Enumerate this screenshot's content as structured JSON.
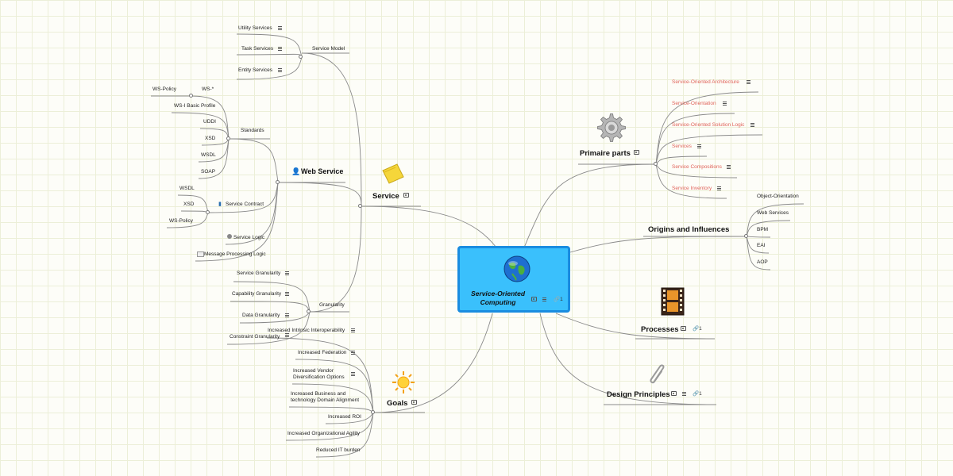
{
  "center": {
    "title": "Service-Oriented Computing",
    "link_count": "1"
  },
  "service": {
    "label": "Service",
    "service_model": {
      "label": "Service Model",
      "items": [
        "Utility Services",
        "Task Services",
        "Entity Services"
      ]
    },
    "web_service": {
      "label": "Web Service",
      "standards": {
        "label": "Standards",
        "items": [
          "WS-*",
          "WS-I Basic Profile",
          "UDDI",
          "XSD",
          "WSDL",
          "SOAP"
        ],
        "ws_child": "WS-Policy"
      },
      "service_contract": {
        "label": "Service Contract",
        "items": [
          "WSDL",
          "XSD",
          "WS-Policy"
        ]
      },
      "service_logic": "Service Logic",
      "message_logic": "Message Processing Logic"
    },
    "granularity": {
      "label": "Granularity",
      "items": [
        "Service Granularity",
        "Capability Granularity",
        "Data Granularity",
        "Constraint Granularity"
      ]
    }
  },
  "goals": {
    "label": "Goals",
    "items": [
      "Increased Intrinsic Interoperability",
      "Increased Federation",
      "Increased Vendor Diversification Options",
      "Increased Business and technology Domain Alignment",
      "Increased ROI",
      "Increased Organizational Agility",
      "Reduced IT burden"
    ]
  },
  "primaire": {
    "label": "Primaire parts",
    "items": [
      "Service-Oriented Architecture",
      "Service-Orientation",
      "Service-Oriented Solution Logic",
      "Services",
      "Service Compositions",
      "Service Inventory"
    ]
  },
  "origins": {
    "label": "Origins and Influences",
    "items": [
      "Object-Orientation",
      "Web Services",
      "BPM",
      "EAI",
      "AOP"
    ]
  },
  "processes": {
    "label": "Processes",
    "link_count": "1"
  },
  "design": {
    "label": "Design Principles",
    "link_count": "1"
  },
  "colors": {
    "center_fill": "#3ac0fc",
    "center_border": "#1a8ce0",
    "linked_text": "#e0635a"
  },
  "icons": [
    "globe-icon",
    "sticky-note-icon",
    "gear-icon",
    "film-icon",
    "sun-icon",
    "paperclip-icon",
    "person-icon",
    "book-icon",
    "gray-dot-icon",
    "envelope-icon",
    "note-icon",
    "image-icon",
    "link-icon"
  ]
}
